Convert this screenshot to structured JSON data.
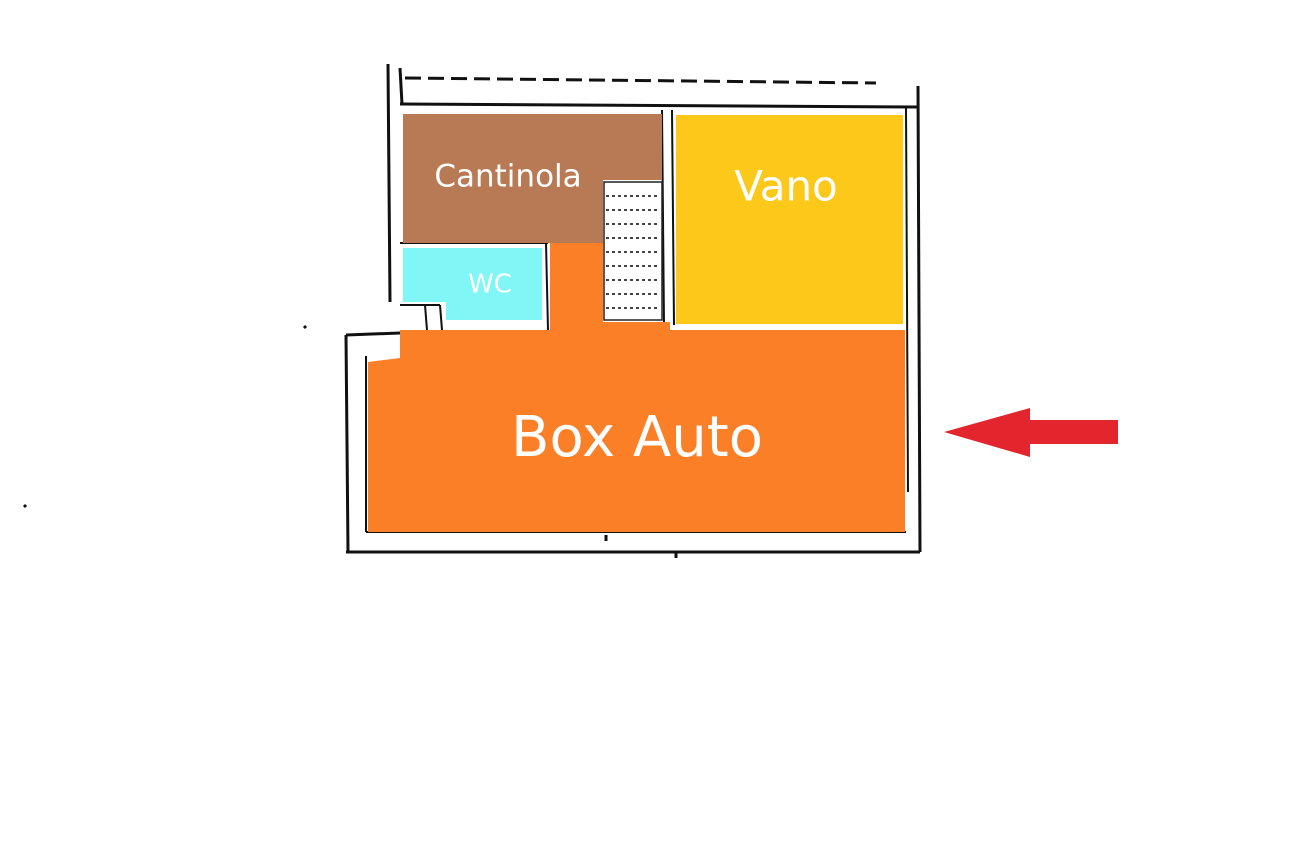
{
  "rooms": {
    "cantinola": {
      "label": "Cantinola",
      "color": "#b87a55"
    },
    "vano": {
      "label": "Vano",
      "color": "#fcc81a"
    },
    "wc": {
      "label": "WC",
      "color": "#80f6f6"
    },
    "box_auto": {
      "label": "Box Auto",
      "color": "#fb7f27"
    }
  },
  "stairs": {
    "icon": "stairs-icon"
  },
  "arrow": {
    "icon": "arrow-left-icon",
    "color": "#e3262d"
  },
  "walls": {
    "color": "#111111"
  }
}
